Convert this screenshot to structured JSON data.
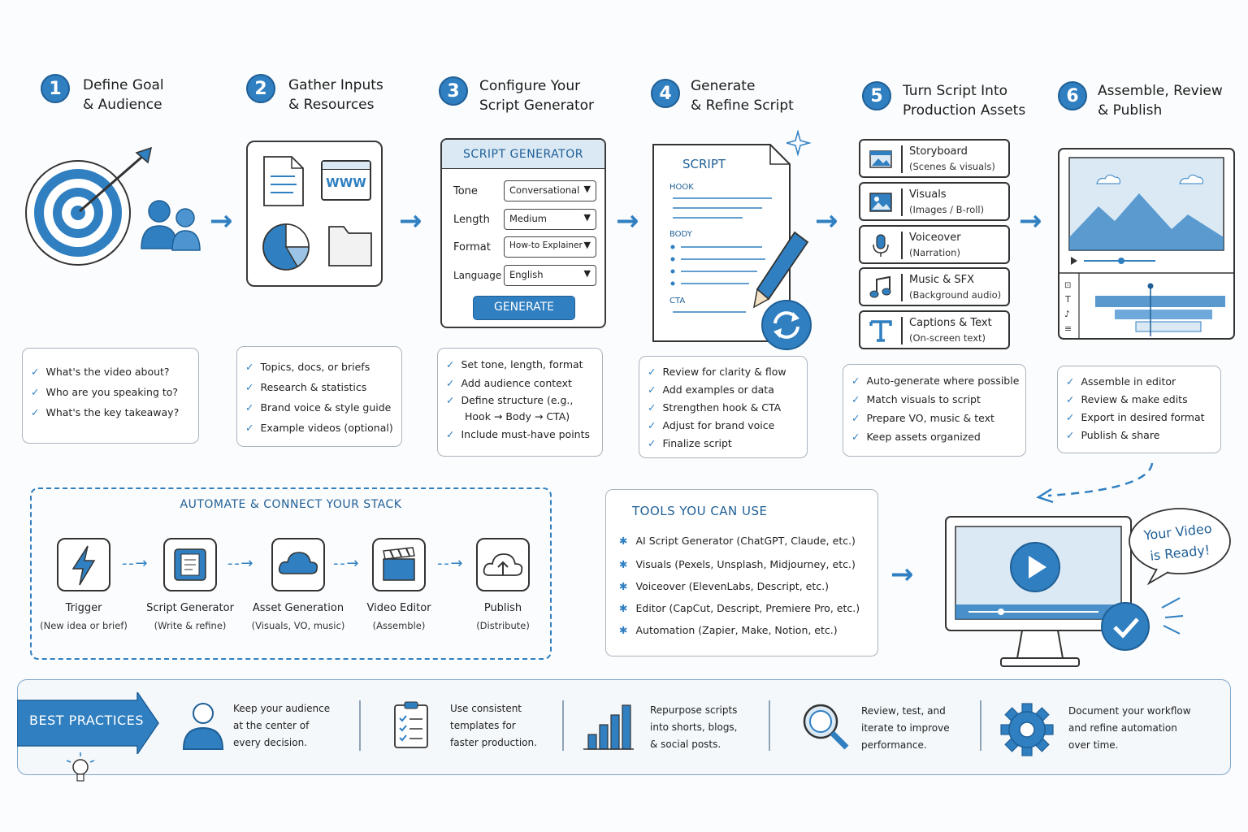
{
  "steps": [
    {
      "num": "1",
      "title": "Define Goal\n& Audience"
    },
    {
      "num": "2",
      "title": "Gather Inputs\n& Resources"
    },
    {
      "num": "3",
      "title": "Configure Your\nScript Generator"
    },
    {
      "num": "4",
      "title": "Generate\n& Refine Script"
    },
    {
      "num": "5",
      "title": "Turn Script Into\nProduction Assets"
    },
    {
      "num": "6",
      "title": "Assemble, Review\n& Publish"
    }
  ],
  "gather": {
    "www": "WWW"
  },
  "generator": {
    "header": "SCRIPT GENERATOR",
    "rows": [
      {
        "label": "Tone",
        "value": "Conversational"
      },
      {
        "label": "Length",
        "value": "Medium"
      },
      {
        "label": "Format",
        "value": "How-to Explainer"
      },
      {
        "label": "Language",
        "value": "English"
      }
    ],
    "button": "GENERATE"
  },
  "script_doc": {
    "title": "SCRIPT",
    "hook": "HOOK",
    "body": "BODY",
    "cta": "CTA"
  },
  "assets": [
    {
      "title": "Storyboard",
      "sub": "(Scenes & visuals)",
      "icon": "storyboard-icon"
    },
    {
      "title": "Visuals",
      "sub": "(Images / B-roll)",
      "icon": "image-icon"
    },
    {
      "title": "Voiceover",
      "sub": "(Narration)",
      "icon": "microphone-icon"
    },
    {
      "title": "Music & SFX",
      "sub": "(Background audio)",
      "icon": "music-note-icon"
    },
    {
      "title": "Captions & Text",
      "sub": "(On-screen text)",
      "icon": "text-icon"
    }
  ],
  "checklists": [
    [
      "What's the video about?",
      "Who are you speaking to?",
      "What's the key takeaway?"
    ],
    [
      "Topics, docs, or briefs",
      "Research & statistics",
      "Brand voice & style guide",
      "Example videos (optional)"
    ],
    [
      "Set tone, length, format",
      "Add audience context",
      "Define structure (e.g.,",
      "Hook → Body → CTA)",
      "Include must-have points"
    ],
    [
      "Review for clarity & flow",
      "Add examples or data",
      "Strengthen hook & CTA",
      "Adjust for brand voice",
      "Finalize script"
    ],
    [
      "Auto-generate where possible",
      "Match visuals to script",
      "Prepare VO, music & text",
      "Keep assets organized"
    ],
    [
      "Assemble in editor",
      "Review & make edits",
      "Export in desired format",
      "Publish & share"
    ]
  ],
  "automate": {
    "title": "AUTOMATE & CONNECT YOUR STACK",
    "nodes": [
      {
        "label": "Trigger",
        "sub": "(New idea or brief)"
      },
      {
        "label": "Script Generator",
        "sub": "(Write & refine)"
      },
      {
        "label": "Asset Generation",
        "sub": "(Visuals, VO, music)"
      },
      {
        "label": "Video Editor",
        "sub": "(Assemble)"
      },
      {
        "label": "Publish",
        "sub": "(Distribute)"
      }
    ]
  },
  "tools": {
    "title": "TOOLS YOU CAN USE",
    "items": [
      "AI Script Generator (ChatGPT, Claude, etc.)",
      "Visuals (Pexels, Unsplash, Midjourney, etc.)",
      "Voiceover (ElevenLabs, Descript, etc.)",
      "Editor (CapCut, Descript, Premiere Pro, etc.)",
      "Automation (Zapier, Make, Notion, etc.)"
    ]
  },
  "ready_bubble": "Your Video\nis Ready!",
  "best_practices": {
    "banner": "BEST PRACTICES",
    "items": [
      {
        "text": "Keep your audience\nat the center of\nevery decision.",
        "icon": "person-icon"
      },
      {
        "text": "Use consistent\ntemplates for\nfaster production.",
        "icon": "clipboard-checklist-icon"
      },
      {
        "text": "Repurpose scripts\ninto shorts, blogs,\n& social posts.",
        "icon": "bar-chart-icon"
      },
      {
        "text": "Review, test, and\niterate to improve\nperformance.",
        "icon": "magnifier-icon"
      },
      {
        "text": "Document your workflow\nand refine automation\nover time.",
        "icon": "gear-icon"
      }
    ]
  },
  "colors": {
    "accent": "#2f7fc1",
    "accent_dark": "#1f5f96",
    "accent_light": "#dbe9f5",
    "ink": "#222222"
  }
}
